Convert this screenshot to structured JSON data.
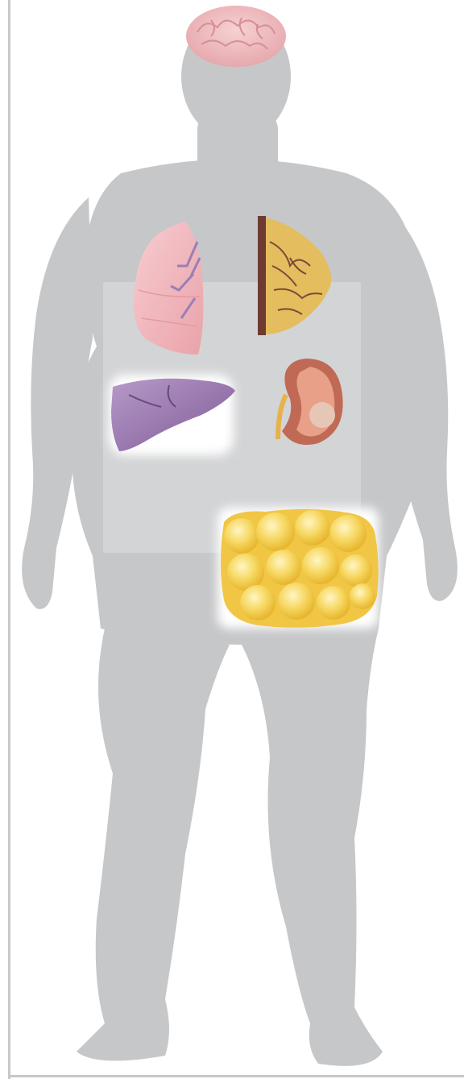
{
  "figure": {
    "silhouette": {
      "icon": "human-silhouette-icon",
      "color": "#c6c7c9"
    },
    "panel_color": "#d3d4d6",
    "border_color": "#c8c8c8",
    "organs": [
      {
        "id": "brain",
        "icon": "brain-icon",
        "color": "#eeb8bb"
      },
      {
        "id": "lung",
        "icon": "lung-icon",
        "color": "#f2b9bd"
      },
      {
        "id": "breast",
        "icon": "breast-icon",
        "color": "#e3bd5e"
      },
      {
        "id": "liver",
        "icon": "liver-icon",
        "color": "#9c79b0"
      },
      {
        "id": "kidney",
        "icon": "kidney-icon",
        "color": "#c06a56"
      },
      {
        "id": "adipose",
        "icon": "fat-cells-icon",
        "color": "#f6d85e"
      }
    ]
  }
}
